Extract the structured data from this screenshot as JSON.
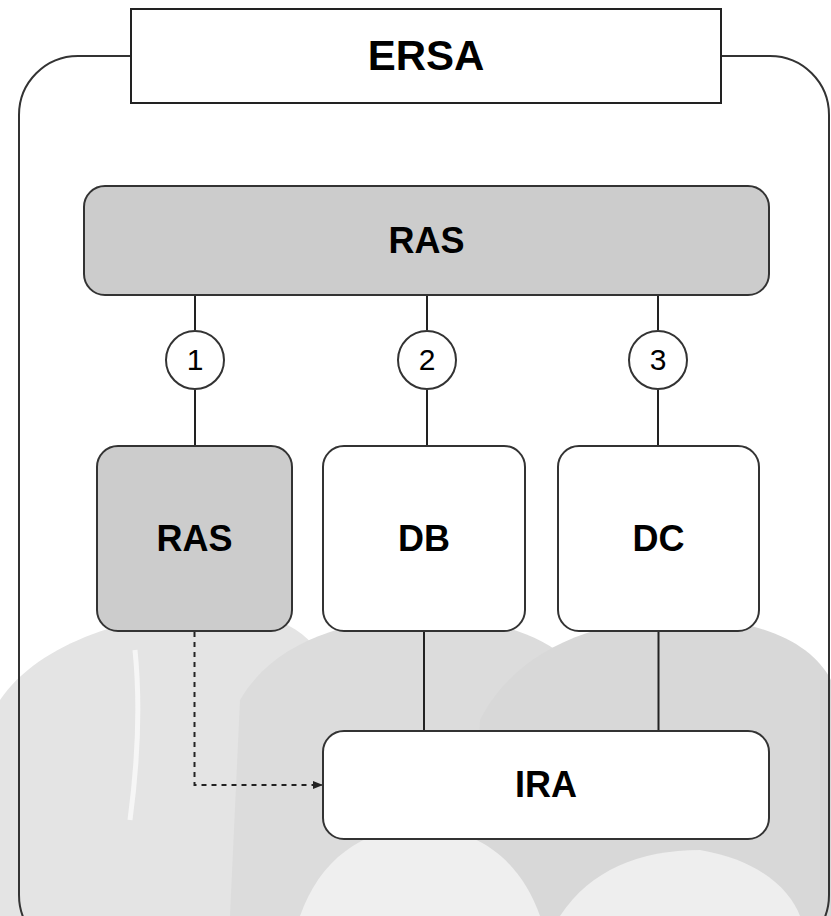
{
  "diagram": {
    "nodes": [
      {
        "text": [
          "ERSA"
        ]
      },
      {
        "text": [
          "RAS"
        ],
        "in": 0
      },
      {
        "text": [
          "1"
        ],
        "in": 0
      },
      {
        "text": [
          "2"
        ],
        "in": 0
      },
      {
        "text": [
          "3"
        ],
        "in": 0
      },
      {
        "text": [
          "RAS"
        ],
        "in": 0
      },
      {
        "text": [
          "DB"
        ],
        "in": 0
      },
      {
        "text": [
          "DC"
        ],
        "in": 0
      },
      {
        "text": [
          "IRA"
        ],
        "in": 0
      }
    ],
    "edges": [
      {
        "from": 1,
        "to": 2,
        "arrow": "none"
      },
      {
        "from": 2,
        "to": 5,
        "arrow": "none"
      },
      {
        "from": 1,
        "to": 3,
        "arrow": "none"
      },
      {
        "from": 3,
        "to": 6,
        "arrow": "none"
      },
      {
        "from": 1,
        "to": 4,
        "arrow": "none"
      },
      {
        "from": 4,
        "to": 7,
        "arrow": "none"
      },
      {
        "from": 6,
        "to": 8,
        "arrow": "none"
      },
      {
        "from": 7,
        "to": 8,
        "arrow": "none"
      },
      {
        "from": 5,
        "to": 8,
        "arrow": "to"
      }
    ]
  }
}
